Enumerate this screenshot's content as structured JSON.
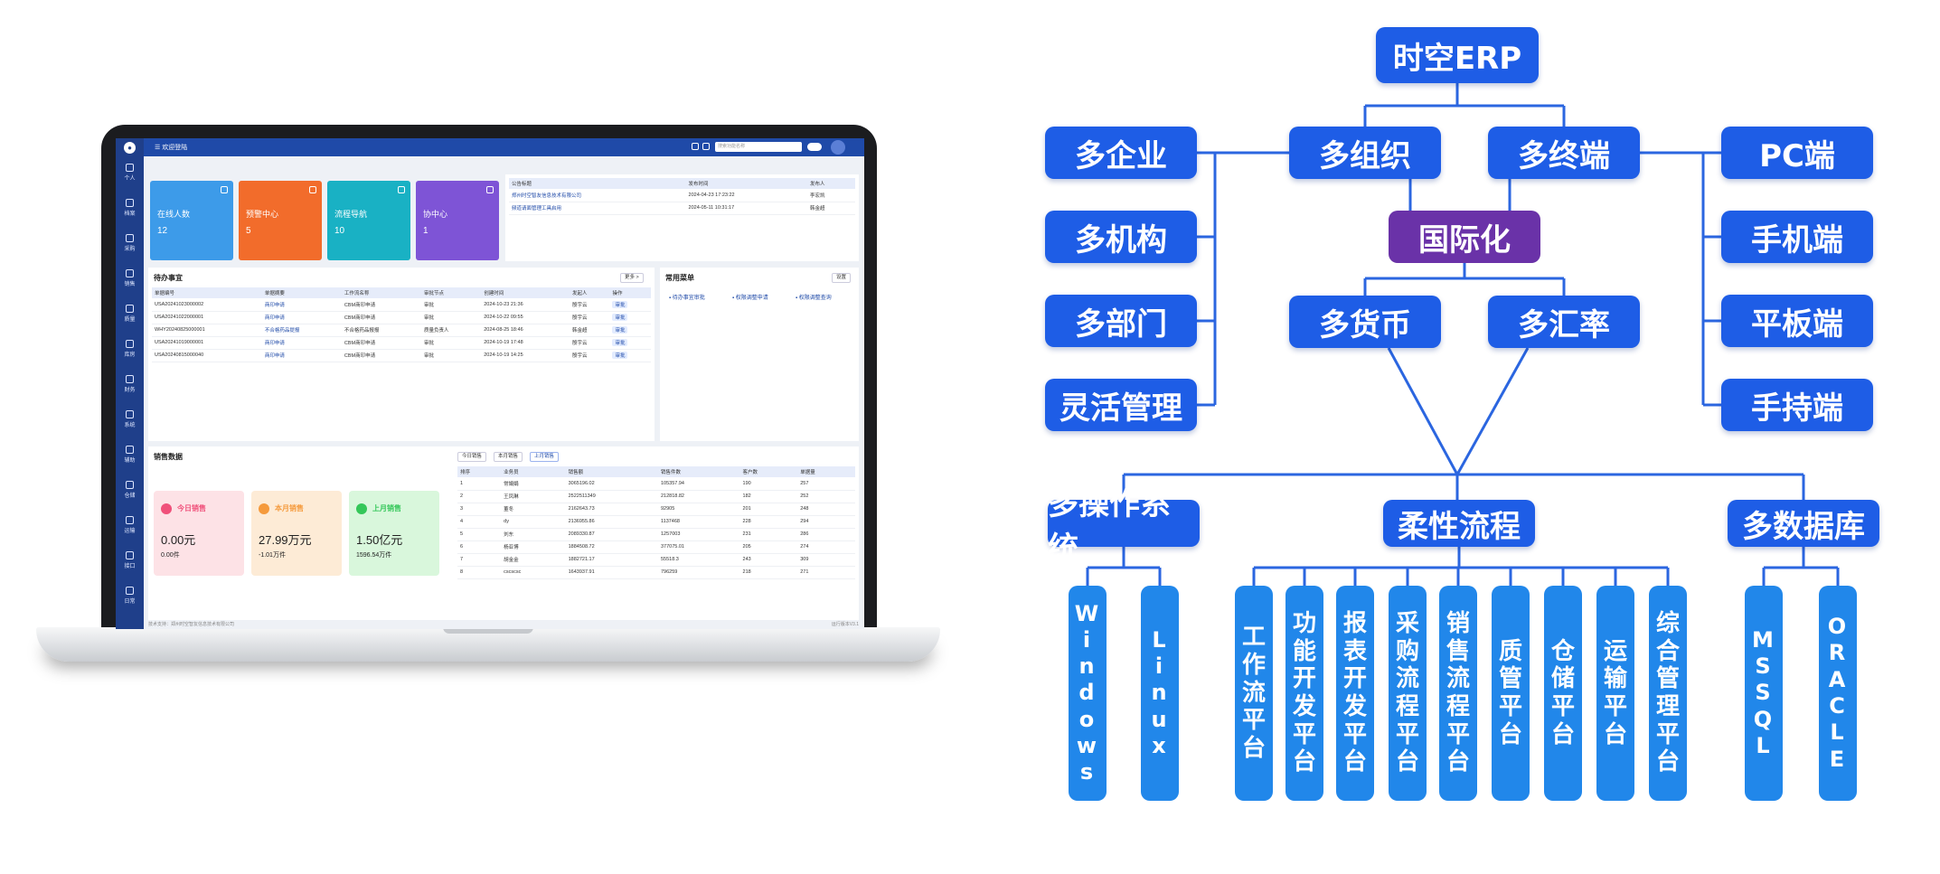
{
  "laptop": {
    "topbar": {
      "menu": "☰ 欢迎登陆",
      "search_placeholder": "搜索功能名称"
    },
    "sidebar": [
      "个人",
      "档案",
      "采购",
      "销售",
      "质量",
      "库房",
      "财务",
      "系统",
      "辅助",
      "仓储",
      "运输",
      "接口",
      "日常"
    ],
    "stats": [
      {
        "label": "在线人数",
        "value": "12",
        "color": "#3d9be9"
      },
      {
        "label": "预警中心",
        "value": "5",
        "color": "#f26c2b"
      },
      {
        "label": "流程导航",
        "value": "10",
        "color": "#19b1c4"
      },
      {
        "label": "协中心",
        "value": "1",
        "color": "#7e54d6"
      }
    ],
    "notices": {
      "headers": [
        "公告标题",
        "发布时间",
        "发布人"
      ],
      "rows": [
        [
          "郑州时空智友信息技术有限公司",
          "2024-04-23 17:23:22",
          "李宏凯"
        ],
        [
          "频道请面管理工具启用",
          "2024-05-11 10:31:17",
          "韩金超"
        ]
      ]
    },
    "todo": {
      "title": "待办事宜",
      "more": "更多 >",
      "headers": [
        "单据编号",
        "单据摘要",
        "工作流名称",
        "审批节点",
        "创建时间",
        "发起人",
        "操作"
      ],
      "rows": [
        [
          "USA20241023000002",
          "商印申请",
          "CBM商印申请",
          "审批",
          "2024-10-23 21:36",
          "殷宇云",
          "审批"
        ],
        [
          "USA20241022000001",
          "商印申请",
          "CBM商印申请",
          "审批",
          "2024-10-22 09:55",
          "殷宇云",
          "审批"
        ],
        [
          "WHY20240825000001",
          "不合格药品提报",
          "不合格药品报报",
          "质量负责人",
          "2024-08-25 18:46",
          "韩金超",
          "审批"
        ],
        [
          "USA20241019000001",
          "商印申请",
          "CBM商印申请",
          "审批",
          "2024-10-19 17:48",
          "殷宇云",
          "审批"
        ],
        [
          "USA20240815000040",
          "商印申请",
          "CBM商印申请",
          "审批",
          "2024-10-19 14:25",
          "殷宇云",
          "审批"
        ]
      ]
    },
    "common_menu": {
      "title": "常用菜单",
      "settings": "设置",
      "items": [
        "待办事宜审批",
        "权限调整申请",
        "权限调整查询"
      ]
    },
    "sales": {
      "title": "销售数据",
      "tabs": [
        "今日销售",
        "本月销售",
        "上月销售"
      ],
      "cards": [
        {
          "label": "今日销售",
          "value": "0.00元",
          "sub": "0.00件",
          "bg": "#fde2e6",
          "icon": "#f0507a"
        },
        {
          "label": "本月销售",
          "value": "27.99万元",
          "sub": "-1.01万件",
          "bg": "#fdebd6",
          "icon": "#f59a3c"
        },
        {
          "label": "上月销售",
          "value": "1.50亿元",
          "sub": "1596.54万件",
          "bg": "#d9f7dc",
          "icon": "#34c759"
        }
      ],
      "headers": [
        "排序",
        "业务员",
        "销售额",
        "销售件数",
        "客户数",
        "单据量"
      ],
      "rows": [
        [
          "1",
          "常娟娟",
          "3065196.02",
          "105357.94",
          "190",
          "257"
        ],
        [
          "2",
          "王凤琳",
          "2522511349",
          "212818.82",
          "182",
          "252"
        ],
        [
          "3",
          "董冬",
          "2162643.73",
          "92905",
          "201",
          "248"
        ],
        [
          "4",
          "dy",
          "2136955.86",
          "1137468",
          "228",
          "294"
        ],
        [
          "5",
          "刘东",
          "2089330.87",
          "1257003",
          "231",
          "286"
        ],
        [
          "6",
          "杨亚博",
          "1884508.72",
          "377075.01",
          "205",
          "274"
        ],
        [
          "7",
          "胡金金",
          "1882721.17",
          "55518.3",
          "243",
          "309"
        ],
        [
          "8",
          "cscscsc",
          "1643937.91",
          "796259",
          "218",
          "271"
        ]
      ]
    },
    "footer": {
      "left": "技术支持：郑州时空智友信息技术有限公司",
      "right": "运行版本V3.1"
    }
  },
  "diagram": {
    "root": "时空ERP",
    "left": [
      "多企业",
      "多机构",
      "多部门",
      "灵活管理"
    ],
    "org": "多组织",
    "terminal": "多终端",
    "right": [
      "PC端",
      "手机端",
      "平板端",
      "手持端"
    ],
    "intl": "国际化",
    "currency": "多货币",
    "rate": "多汇率",
    "os": "多操作系统",
    "flow": "柔性流程",
    "db": "多数据库",
    "os_items": [
      "Windows",
      "Linux"
    ],
    "flow_items": [
      "工作流平台",
      "功能开发平台",
      "报表开发平台",
      "采购流程平台",
      "销售流程平台",
      "质管平台",
      "仓储平台",
      "运输平台",
      "综合管理平台"
    ],
    "db_items": [
      "MSSQL",
      "ORACLE"
    ],
    "colors": {
      "node": "#1e5de6",
      "leaf": "#2187ea",
      "accent": "#6a32a8",
      "line": "#2b66e0"
    }
  }
}
